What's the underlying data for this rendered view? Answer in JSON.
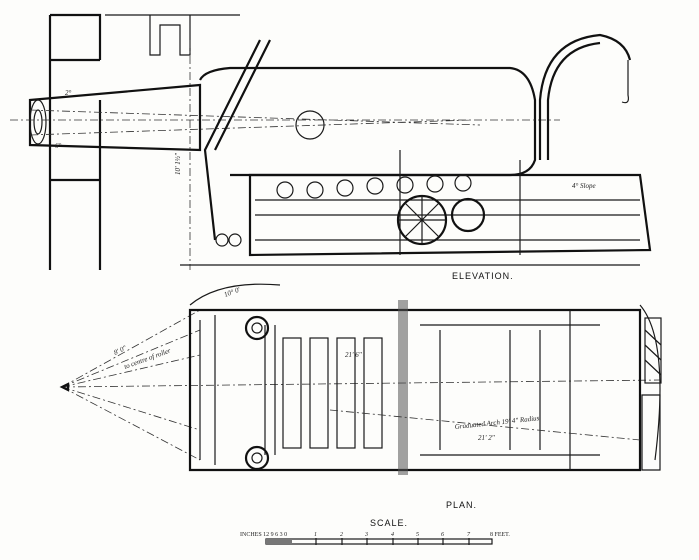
{
  "elevation": {
    "title": "ELEVATION.",
    "slope_label": "4° Slope",
    "angle_top": "2°",
    "angle_bottom": "6°",
    "height_label": "10' 1½\""
  },
  "plan": {
    "title": "PLAN.",
    "roller_note": "to centre of roller",
    "dim_a": "8' 0\"",
    "dim_b": "21' 6\"",
    "arch_note": "Graduated Arch 19' 4\" Radius",
    "arch_dim": "21' 2\"",
    "angle_label": "10° 0'"
  },
  "scale": {
    "title": "SCALE.",
    "inches_label": "INCHES 12 9 6 3 0",
    "ticks": [
      "1",
      "2",
      "3",
      "4",
      "5",
      "6",
      "7"
    ],
    "end_label": "8 FEET."
  }
}
